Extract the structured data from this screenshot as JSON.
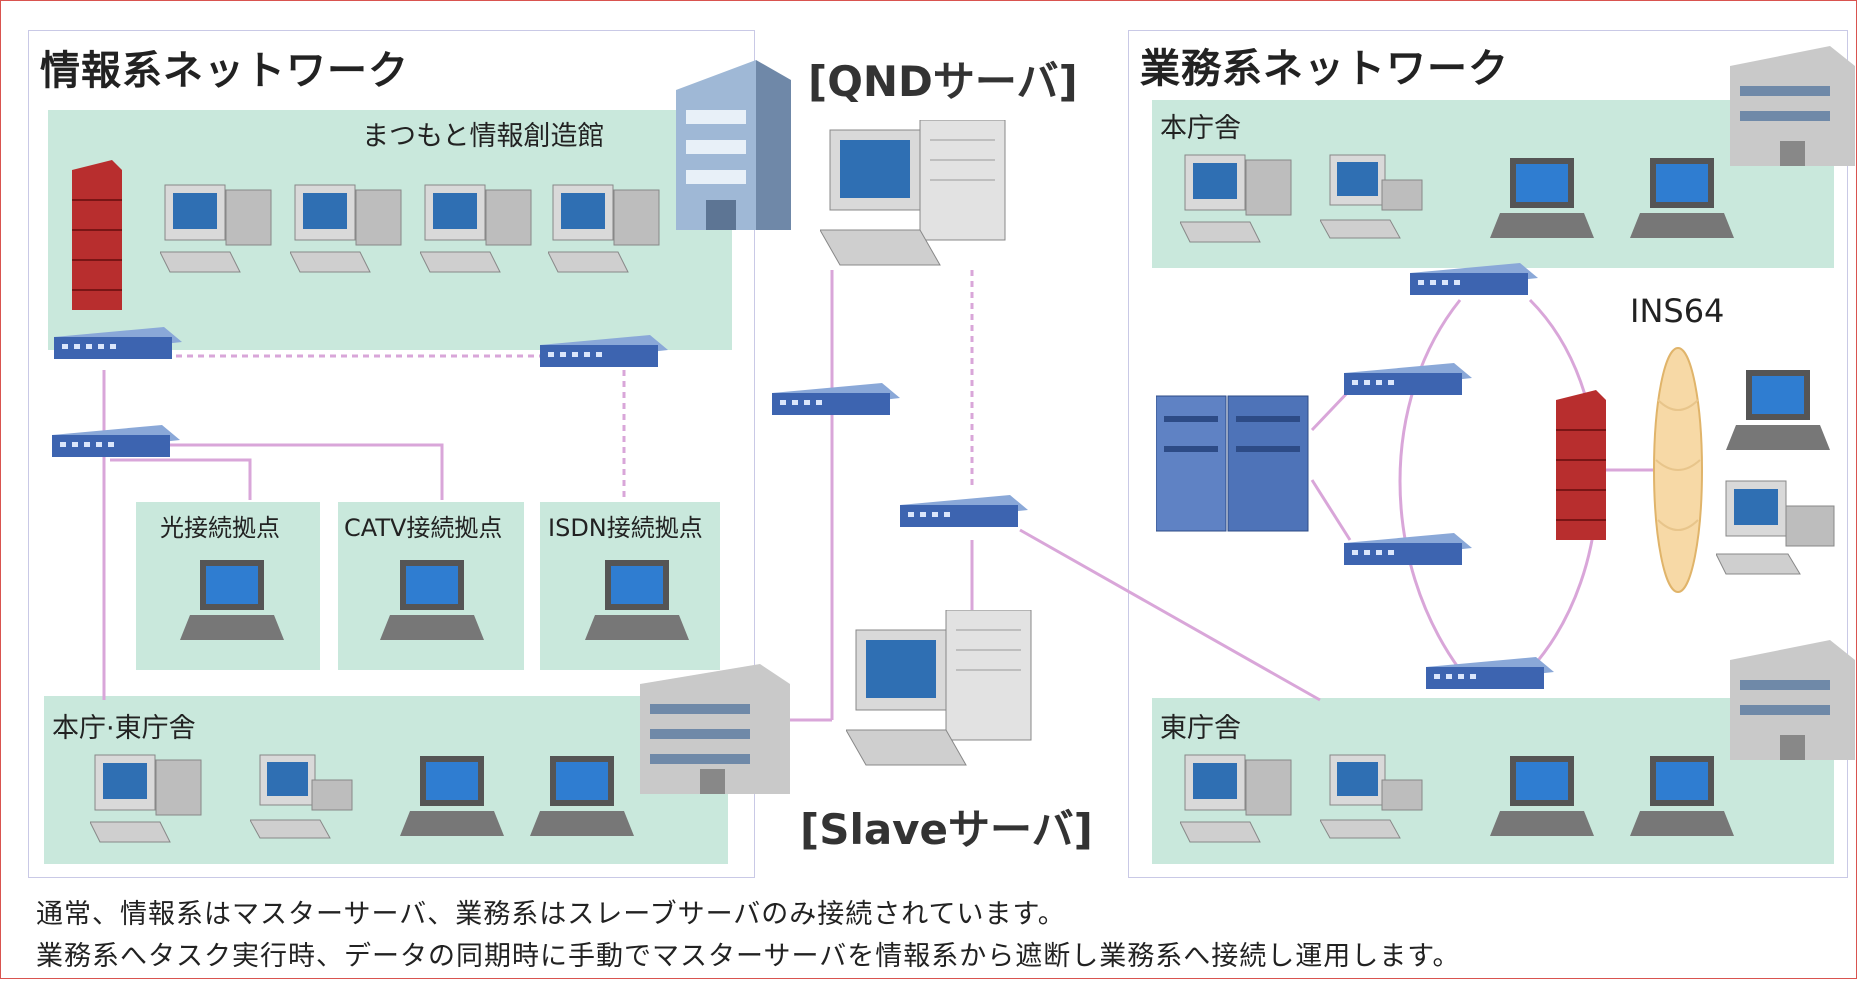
{
  "left_network": {
    "title": "情報系ネットワーク",
    "building_label": "まつもと情報創造館",
    "sites": [
      {
        "label": "光接続拠点"
      },
      {
        "label": "CATV接続拠点"
      },
      {
        "label": "ISDN接続拠点"
      }
    ],
    "office_label": "本庁·東庁舎"
  },
  "center": {
    "qnd_label": "[QNDサーバ]",
    "slave_label": "[Slaveサーバ]"
  },
  "right_network": {
    "title": "業務系ネットワーク",
    "main_office_label": "本庁舎",
    "east_office_label": "東庁舎",
    "ins_label": "INS64"
  },
  "notes": {
    "line1": "通常、情報系はマスターサーバ、業務系はスレーブサーバのみ接続されています。",
    "line2": "業務系へタスク実行時、データの同期時に手動でマスターサーバを情報系から遮断し業務系へ接続し運用します。"
  }
}
